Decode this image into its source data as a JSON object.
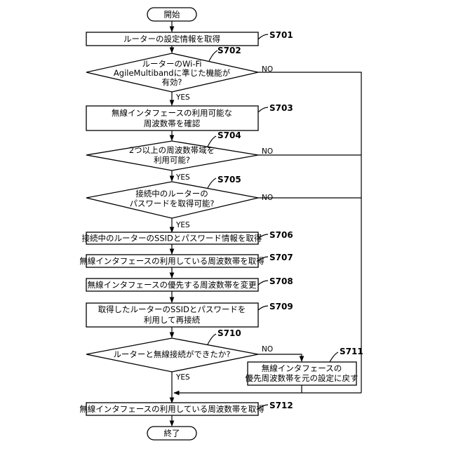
{
  "diagram": {
    "start": "開始",
    "end": "終了",
    "yes": "YES",
    "no": "NO",
    "steps": [
      {
        "id": "S701",
        "lines": [
          "ルーターの設定情報を取得"
        ]
      },
      {
        "id": "S702",
        "lines": [
          "ルーターのWi-Fi",
          "AgileMultibandに準じた機能が",
          "有効?"
        ]
      },
      {
        "id": "S703",
        "lines": [
          "無線インタフェースの利用可能な",
          "周波数帯を確認"
        ]
      },
      {
        "id": "S704",
        "lines": [
          "2つ以上の周波数帯域を",
          "利用可能?"
        ]
      },
      {
        "id": "S705",
        "lines": [
          "接続中のルーターの",
          "パスワードを取得可能?"
        ]
      },
      {
        "id": "S706",
        "lines": [
          "接続中のルーターのSSIDとパスワード情報を取得"
        ]
      },
      {
        "id": "S707",
        "lines": [
          "無線インタフェースの利用している周波数帯を取得"
        ]
      },
      {
        "id": "S708",
        "lines": [
          "無線インタフェースの優先する周波数帯を変更"
        ]
      },
      {
        "id": "S709",
        "lines": [
          "取得したルーターのSSIDとパスワードを",
          "利用して再接続"
        ]
      },
      {
        "id": "S710",
        "lines": [
          "ルーターと無線接続ができたか?"
        ]
      },
      {
        "id": "S711",
        "lines": [
          "無線インタフェースの",
          "優先周波数帯を元の設定に戻す"
        ]
      },
      {
        "id": "S712",
        "lines": [
          "無線インタフェースの利用している周波数帯を取得"
        ]
      }
    ]
  }
}
